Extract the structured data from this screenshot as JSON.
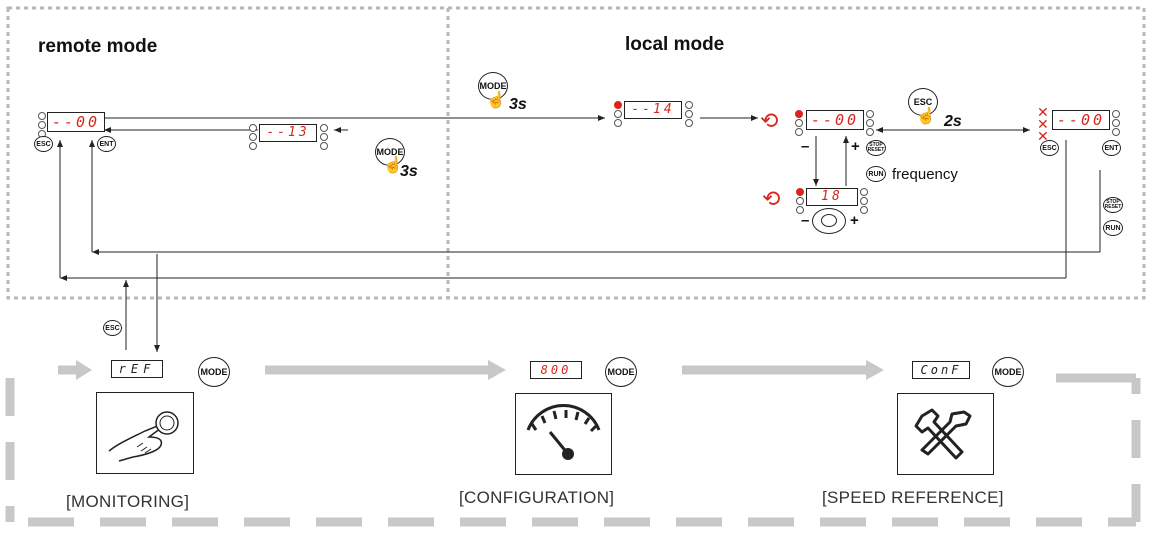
{
  "regions": {
    "remote_title": "remote mode",
    "local_title": "local mode"
  },
  "displays": {
    "remote_main": "--00",
    "remote_alt": "--13",
    "local_entry": "--14",
    "local_main": "--00",
    "local_adjust": "18",
    "local_right": "--00",
    "menu_ref": "rEF",
    "menu_monitor": "800",
    "menu_conf": "ConF"
  },
  "buttons": {
    "esc": "ESC",
    "ent": "ENT",
    "mode": "MODE",
    "stop": "STOP RESET",
    "run": "RUN"
  },
  "timings": {
    "mode_hold_local": "3s",
    "mode_hold_remote": "3s",
    "esc_hold": "2s"
  },
  "labels": {
    "frequency": "frequency",
    "minus": "–",
    "plus": "+"
  },
  "menus": [
    {
      "caption": "[MONITORING]",
      "icon": "hand-dial-icon"
    },
    {
      "caption": "[CONFIGURATION]",
      "icon": "gauge-icon"
    },
    {
      "caption": "[SPEED REFERENCE]",
      "icon": "tools-icon"
    }
  ],
  "colors": {
    "display_text": "#d9261c",
    "dotted_border": "#b8b8b8",
    "flow_arrow": "#c8c8c8",
    "rotate_arrow": "#d9261c"
  }
}
